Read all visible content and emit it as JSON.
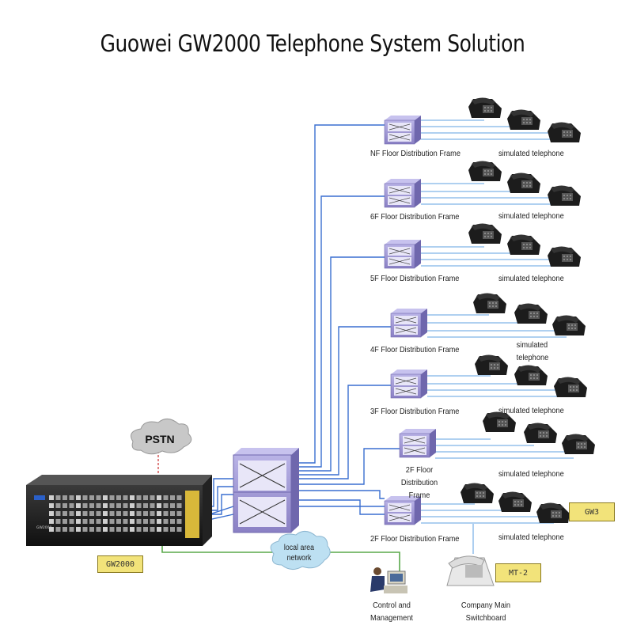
{
  "title": "Guowei GW2000 Telephone System Solution",
  "cloud_pstn": "PSTN",
  "cloud_lan": [
    "local area",
    "network"
  ],
  "device_tag": "GW2000",
  "device_front_text": "GW2000",
  "gw3_tag": "GW3",
  "mt2_tag": "MT-2",
  "control_label": [
    "Control and",
    "Management"
  ],
  "switchboard_label": [
    "Company Main",
    "Switchboard"
  ],
  "frames": [
    {
      "label": "NF Floor Distribution Frame",
      "phone_label": "simulated telephone"
    },
    {
      "label": "6F Floor Distribution Frame",
      "phone_label": "simulated telephone"
    },
    {
      "label": "5F Floor Distribution Frame",
      "phone_label": "simulated telephone"
    },
    {
      "label": "4F Floor Distribution Frame",
      "phone_label": [
        "simulated",
        "telephone"
      ]
    },
    {
      "label": "3F Floor Distribution Frame",
      "phone_label": "simulated telephone"
    },
    {
      "label": [
        "2F Floor Distribution",
        "Frame"
      ],
      "phone_label": "simulated telephone"
    },
    {
      "label": "2F Floor Distribution Frame",
      "phone_label": "simulated telephone"
    }
  ],
  "colors": {
    "line_blue": "#3a6fd0",
    "lan_green": "#5aa84a",
    "pstn_red": "#d04040",
    "frame_purple": "#8f86c8",
    "tag_yellow": "#f2e37a"
  }
}
